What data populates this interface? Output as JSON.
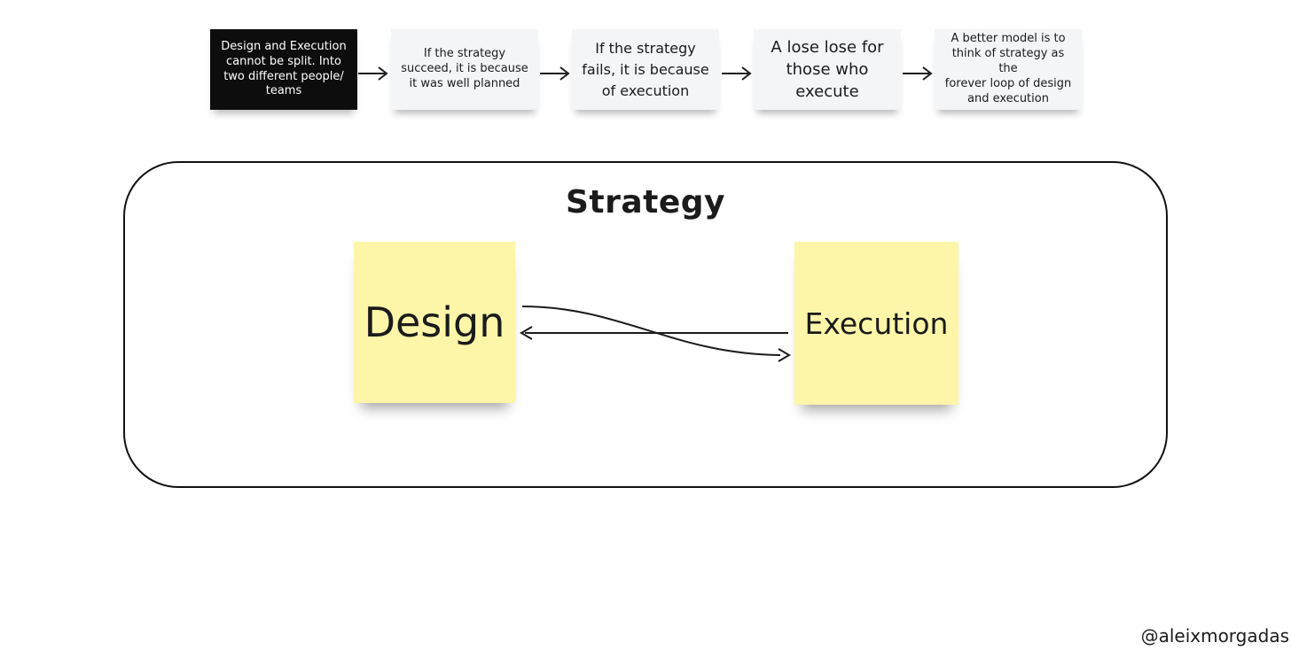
{
  "flow": {
    "notes": [
      {
        "lines": [
          "Design and Execution",
          "cannot be split. Into",
          "two different people/",
          "teams"
        ],
        "style": "dark"
      },
      {
        "lines": [
          "If the strategy",
          "succeed, it is because",
          "it was well planned"
        ],
        "style": "light"
      },
      {
        "lines": [
          "If the strategy",
          "fails, it is because",
          "of execution"
        ],
        "style": "light"
      },
      {
        "lines": [
          "A lose lose for",
          "those who",
          "execute"
        ],
        "style": "light"
      },
      {
        "lines": [
          "A better model is to",
          "think of strategy as the",
          "forever loop of design",
          "and execution"
        ],
        "style": "light"
      }
    ]
  },
  "frame": {
    "title": "Strategy"
  },
  "stickies": {
    "design": "Design",
    "execution": "Execution"
  },
  "colors": {
    "sticky": "#fdf6a9",
    "note_light": "#f4f5f7",
    "note_dark": "#0d0d0d",
    "line": "#1b1b1b"
  },
  "footer": {
    "handle": "@aleixmorgadas"
  }
}
